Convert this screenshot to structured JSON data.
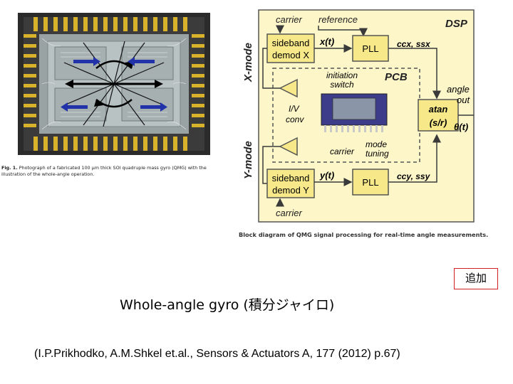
{
  "photo": {
    "caption_label": "Fig. 1.",
    "caption_text": "Photograph of a fabricated 100 μm thick SOI quadruple mass gyro (QMG) with the illustration of the whole-angle operation."
  },
  "diagram": {
    "x_mode": "X-mode",
    "y_mode": "Y-mode",
    "dsp": "DSP",
    "pcb": "PCB",
    "carrier_top": "carrier",
    "reference": "reference",
    "sideband_x_1": "sideband",
    "sideband_x_2": "demod X",
    "xt": "x(t)",
    "pll_x": "PLL",
    "ccx": "ccx, ssx",
    "initiation_1": "initiation",
    "initiation_2": "switch",
    "iv_1": "I/V",
    "iv_2": "conv",
    "angle_1": "angle",
    "angle_2": "out",
    "atan_1": "atan",
    "atan_2": "(s/r)",
    "theta": "θ(t)",
    "carrier_mid": "carrier",
    "mode_1": "mode",
    "mode_2": "tuning",
    "sideband_y_1": "sideband",
    "sideband_y_2": "demod Y",
    "yt": "y(t)",
    "pll_y": "PLL",
    "ccy": "ccy, ssy",
    "carrier_bottom": "carrier",
    "caption": "Block diagram of QMG signal processing for real-time angle measurements."
  },
  "badge": "追加",
  "title": "Whole-angle gyro (積分ジャイロ)",
  "citation": "(I.P.Prikhodko, A.M.Shkel et.al., Sensors & Actuators A, 177 (2012) p.67)",
  "colors": {
    "dsp_bg": "#fdf6c9",
    "block_fill": "#f7e98a",
    "line": "#3a3a3a",
    "badge_border": "#d62020",
    "package_dark": "#2b2b2b",
    "pin_gold": "#d8b22a",
    "arrow_blue": "#2233aa"
  }
}
